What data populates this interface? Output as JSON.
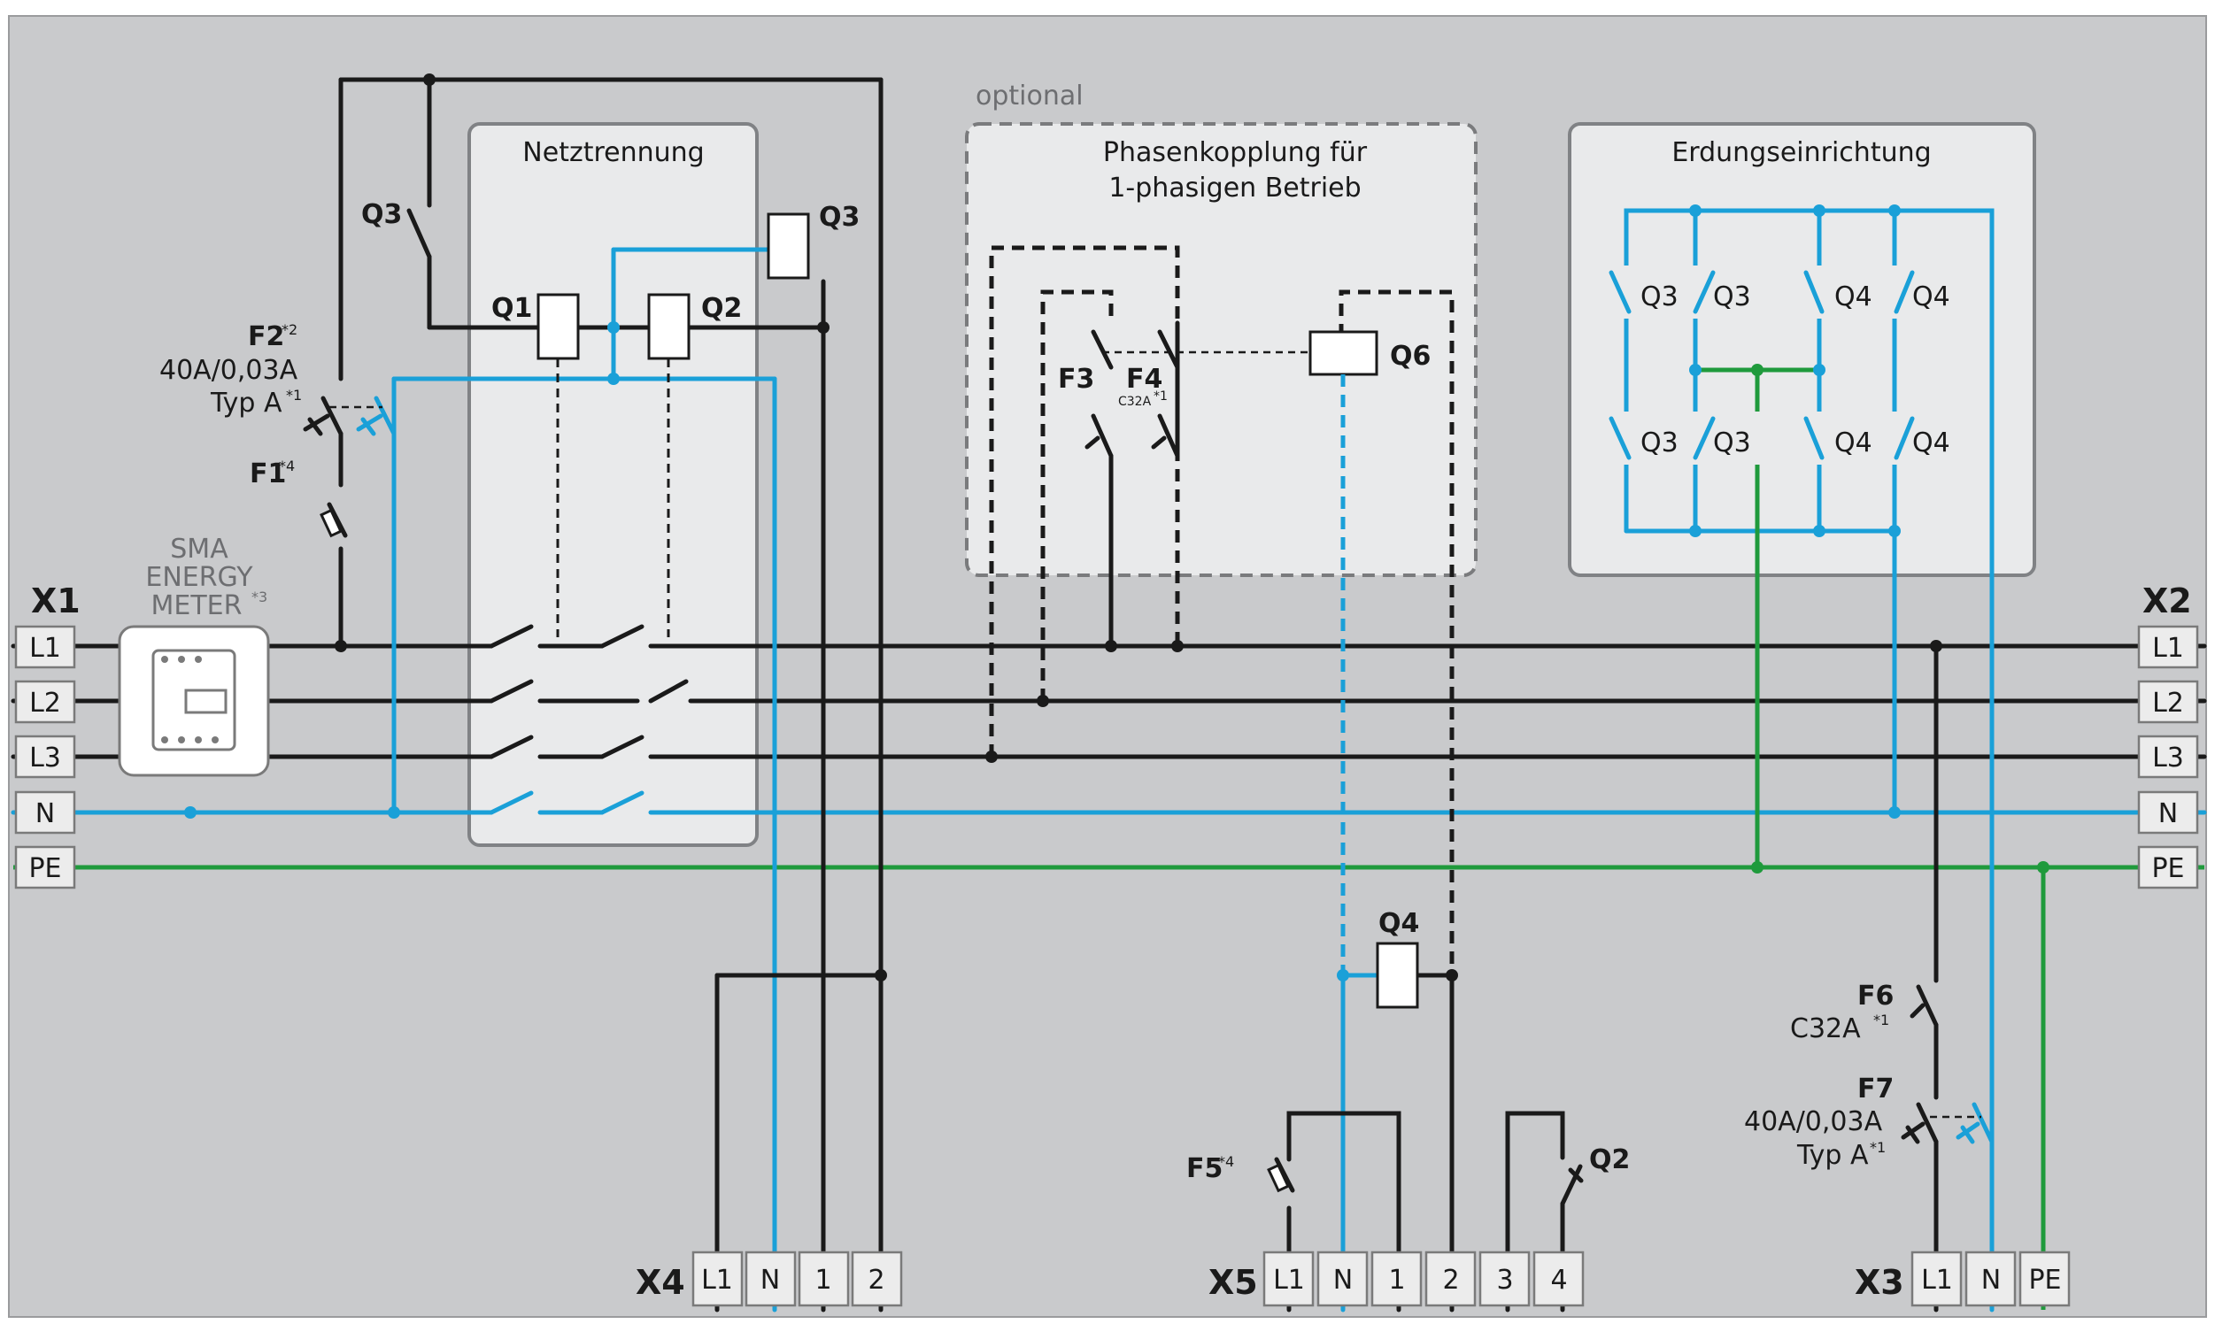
{
  "panels": {
    "netztrennung": "Netztrennung",
    "optional": "optional",
    "phasen_line1": "Phasenkopplung für",
    "phasen_line2": "1-phasigen Betrieb",
    "erdung": "Erdungseinrichtung"
  },
  "connectors": {
    "x1": "X1",
    "x2": "X2",
    "x3": "X3",
    "x4": "X4",
    "x5": "X5"
  },
  "bus_labels": [
    "L1",
    "L2",
    "L3",
    "N",
    "PE"
  ],
  "x4_terminals": [
    "L1",
    "N",
    "1",
    "2"
  ],
  "x5_terminals": [
    "L1",
    "N",
    "1",
    "2",
    "3",
    "4"
  ],
  "x3_terminals": [
    "L1",
    "N",
    "PE"
  ],
  "meter": {
    "line1": "SMA",
    "line2": "ENERGY",
    "line3": "METER",
    "note": "*3"
  },
  "devices": {
    "q1": "Q1",
    "q2": "Q2",
    "q3": "Q3",
    "q4": "Q4",
    "q6": "Q6",
    "f1": "F1",
    "f1_note": "*4",
    "f2": "F2",
    "f2_note": "*2",
    "f2_rating": "40A/0,03A",
    "f2_type": "Typ A",
    "f2_type_note": "*1",
    "f3": "F3",
    "f4": "F4",
    "f4_rating": "C32A",
    "f4_note": "*1",
    "f5": "F5",
    "f5_note": "*4",
    "f6": "F6",
    "f6_rating": "C32A",
    "f6_note": "*1",
    "f7": "F7",
    "f7_rating": "40A/0,03A",
    "f7_type": "Typ A",
    "f7_note": "*1"
  },
  "colors": {
    "phase": "#1a1a1a",
    "neutral": "#1aa0d8",
    "earth": "#1f9a3c",
    "background": "#c9cacc",
    "panel": "#e9eaeb"
  }
}
